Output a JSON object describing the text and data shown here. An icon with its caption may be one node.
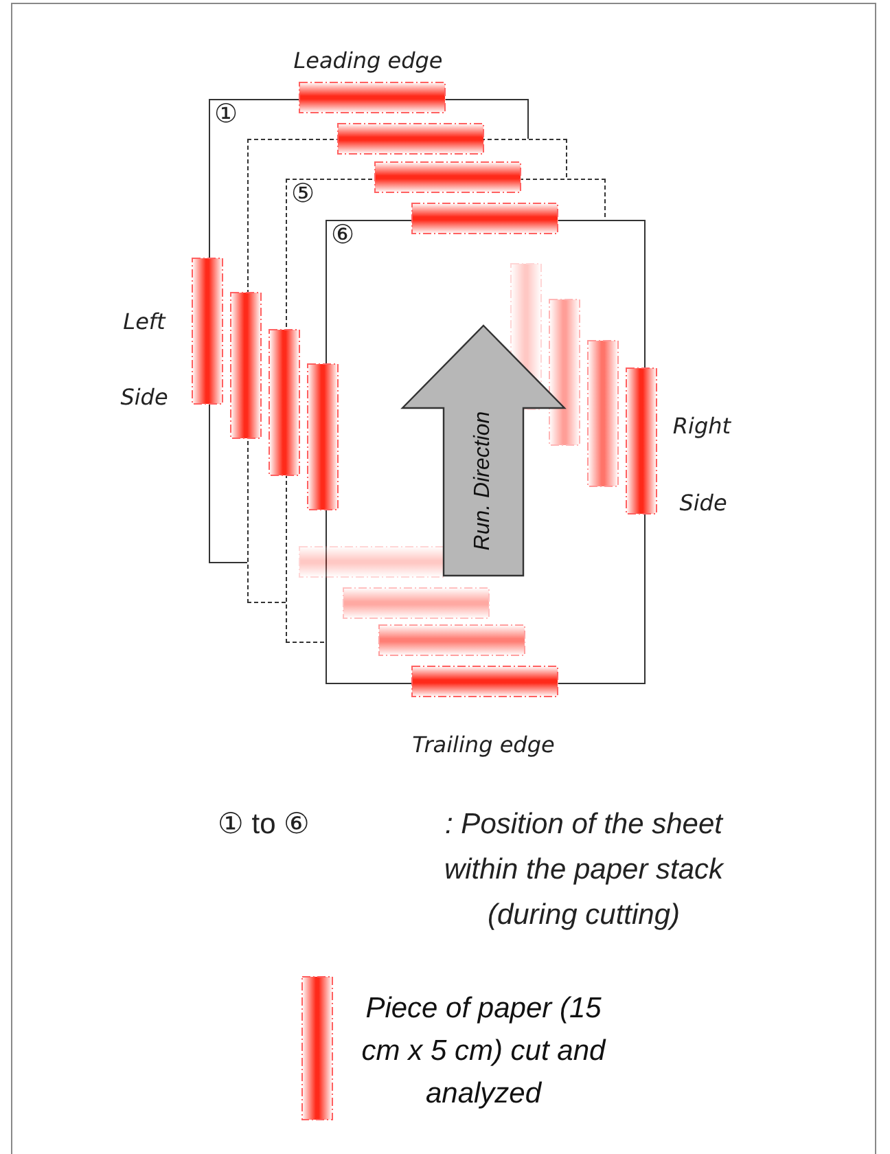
{
  "diagram": {
    "nodes": [
      {
        "text": [
          "①"
        ]
      },
      {
        "text": [],
        "shape": "box"
      },
      {
        "text": [
          "⑤"
        ]
      },
      {
        "text": [
          "⑥"
        ]
      },
      {
        "text": [
          "Run. Direction"
        ]
      }
    ],
    "labels": [
      "Leading edge",
      "Left",
      "Side",
      "Right",
      "Side",
      "Trailing edge",
      "① to ⑥",
      ": Position of the sheet within the paper stack (during cutting)"
    ],
    "legend": [
      {
        "text": "Piece of paper (15 cm x 5 cm) cut and analyzed"
      }
    ]
  }
}
